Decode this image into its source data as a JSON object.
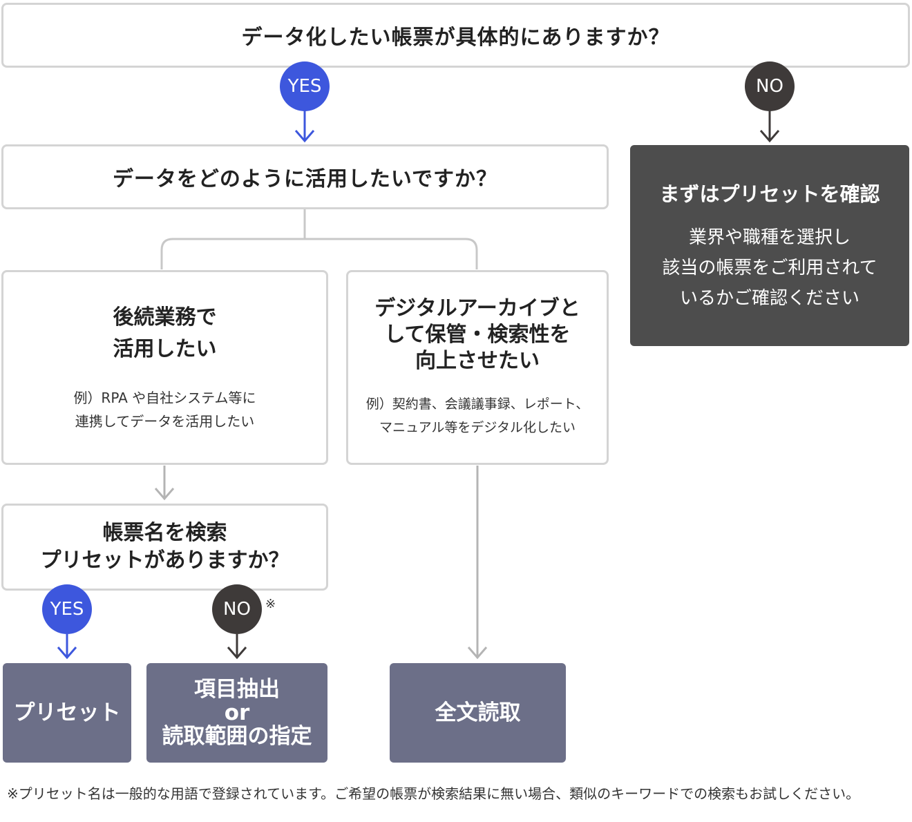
{
  "colors": {
    "yes": "#3d57dd",
    "no": "#3e3a39",
    "dark_box": "#4d4d4d",
    "result_box": "#6c6f88",
    "border": "#d4d4d4"
  },
  "top_question": "データ化したい帳票が具体的にありますか？",
  "top_yes": "YES",
  "top_no": "NO",
  "usage_question": "データをどのように活用したいですか？",
  "preset_check": {
    "title": "まずはプリセットを確認",
    "lines": [
      "業界や職種を選択し",
      "該当の帳票をご利用されて",
      "いるかご確認ください"
    ]
  },
  "option_downstream": {
    "title_lines": [
      "後続業務で",
      "活用したい"
    ],
    "example_lines": [
      "例）RPA や自社システム等に",
      "連携してデータを活用したい"
    ]
  },
  "option_archive": {
    "title_lines": [
      "デジタルアーカイブと",
      "して保管・検索性を",
      "向上させたい"
    ],
    "example_lines": [
      "例）契約書、会議議事録、レポート、",
      "マニュアル等をデジタル化したい"
    ]
  },
  "search_question": {
    "lines": [
      "帳票名を検索",
      "プリセットがありますか？"
    ]
  },
  "search_yes": "YES",
  "search_no": "NO",
  "note_mark": "※",
  "results": {
    "preset": "プリセット",
    "item_extract": [
      "項目抽出",
      "or",
      "読取範囲の指定"
    ],
    "full_text": "全文読取"
  },
  "footnote": "※プリセット名は一般的な用語で登録されています。ご希望の帳票が検索結果に無い場合、類似のキーワードでの検索もお試しください。"
}
